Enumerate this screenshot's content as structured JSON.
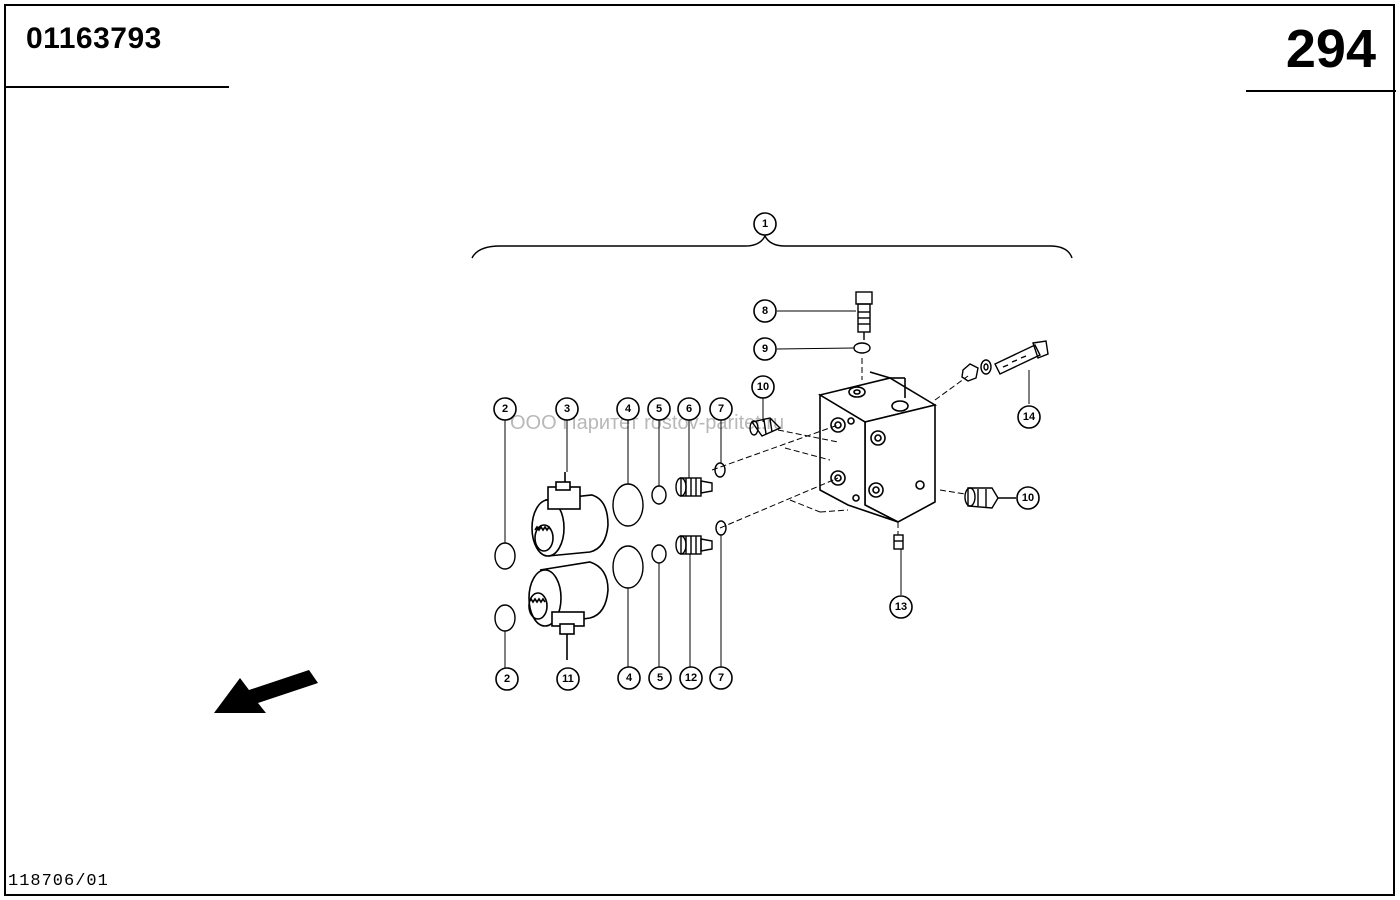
{
  "header": {
    "part_number": "01163793",
    "page_number": "294"
  },
  "footer": {
    "drawing_code": "118706/01"
  },
  "watermark": {
    "text": "ООО Паритет   rostov-paritet.ru"
  },
  "callouts": {
    "c1": "1",
    "c2a": "2",
    "c2b": "2",
    "c3": "3",
    "c4a": "4",
    "c4b": "4",
    "c5a": "5",
    "c5b": "5",
    "c6": "6",
    "c7a": "7",
    "c7b": "7",
    "c8": "8",
    "c9": "9",
    "c10a": "10",
    "c10b": "10",
    "c11": "11",
    "c12": "12",
    "c13": "13",
    "c14": "14"
  },
  "icons": {
    "direction": "arrow-down-left-icon"
  }
}
